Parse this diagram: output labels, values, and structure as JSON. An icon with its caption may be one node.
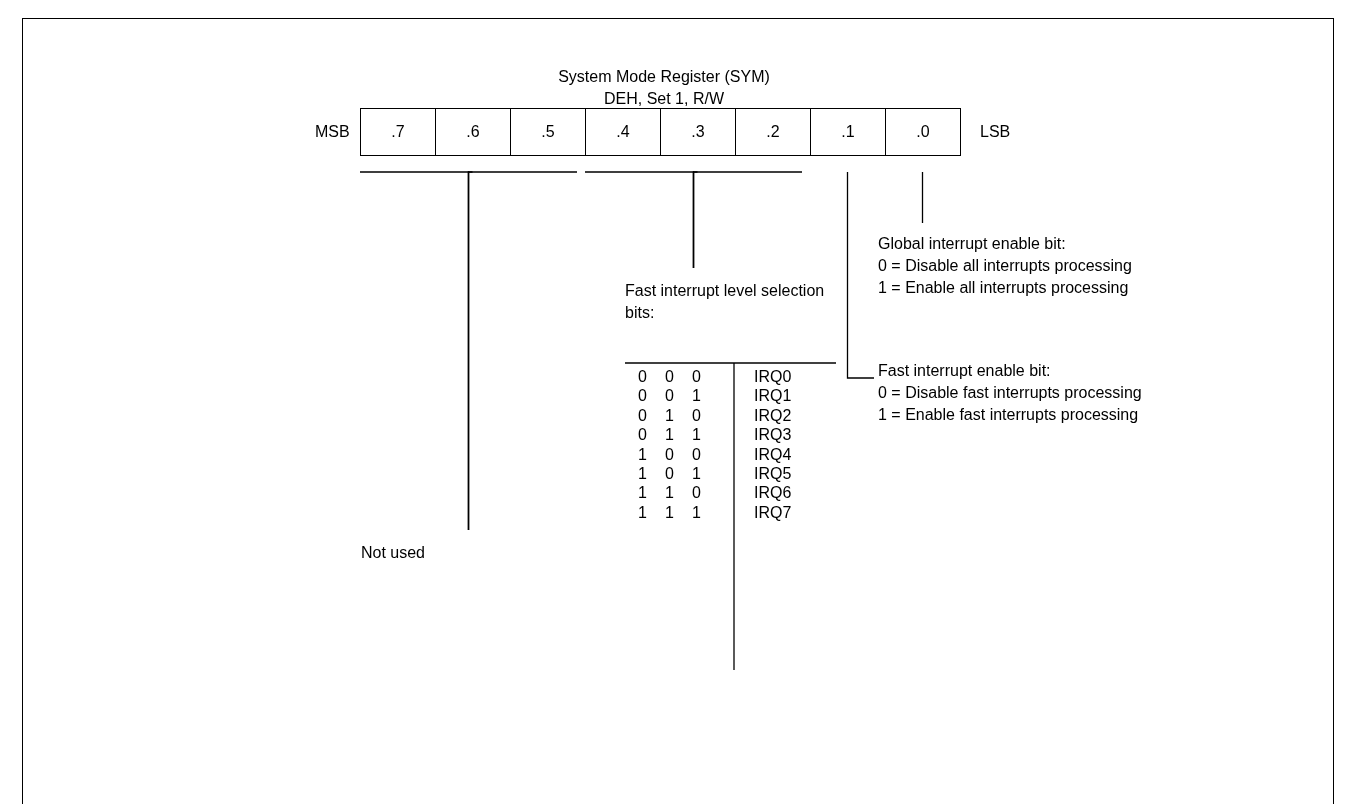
{
  "diagram": {
    "nodes": [
      {
        "text": [
          "System Mode Register (SYM)",
          "DEH, Set 1, R/W"
        ]
      },
      {
        "text": [
          ".7"
        ],
        "in": 0
      },
      {
        "text": [
          ".6"
        ],
        "in": 0
      },
      {
        "text": [
          ".5"
        ],
        "in": 0
      },
      {
        "text": [
          ".4"
        ],
        "in": 0
      },
      {
        "text": [
          ".3"
        ],
        "in": 0
      },
      {
        "text": [
          ".2"
        ],
        "in": 0
      },
      {
        "text": [
          ".1"
        ],
        "in": 0
      },
      {
        "text": [
          ".0"
        ],
        "in": 0
      },
      {
        "text": [
          "Not used"
        ]
      },
      {
        "text": [
          "Fast interrupt level selection bits:"
        ]
      },
      {
        "text": [
          "Global interrupt enable bit:",
          "0 = Disable all interrupts processing",
          "1 = Enable all interrupts processing"
        ]
      },
      {
        "text": [
          "Fast interrupt enable bit:",
          "0 = Disable fast interrupts processing",
          "1 = Enable fast interrupts processing"
        ]
      }
    ],
    "edges": [
      {
        "from": 1,
        "to": 9,
        "arrow": "none"
      },
      {
        "from": 2,
        "to": 9,
        "arrow": "none"
      },
      {
        "from": 3,
        "to": 9,
        "arrow": "none"
      },
      {
        "from": 4,
        "to": 10,
        "arrow": "none"
      },
      {
        "from": 5,
        "to": 10,
        "arrow": "none"
      },
      {
        "from": 6,
        "to": 10,
        "arrow": "none"
      },
      {
        "from": 8,
        "to": 11,
        "arrow": "none"
      },
      {
        "from": 7,
        "to": 12,
        "arrow": "none"
      }
    ],
    "labels": [
      "MSB",
      "LSB",
      "0",
      "0",
      "0",
      "IRQ0",
      "0",
      "0",
      "1",
      "IRQ1",
      "0",
      "1",
      "0",
      "IRQ2",
      "0",
      "1",
      "1",
      "IRQ3",
      "1",
      "0",
      "0",
      "IRQ4",
      "1",
      "0",
      "1",
      "IRQ5",
      "1",
      "1",
      "0",
      "IRQ6",
      "1",
      "1",
      "1",
      "IRQ7"
    ]
  }
}
